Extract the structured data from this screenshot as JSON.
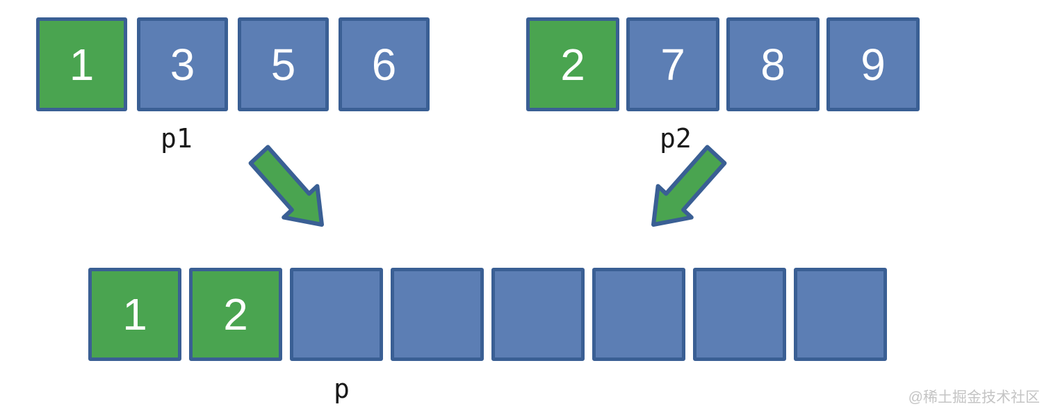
{
  "colors": {
    "background": "#ffffff",
    "green": "#4aa450",
    "blue": "#5c7eb4",
    "border": "#3a5f94",
    "cell_text": "#ffffff",
    "label": "#1a1a1a",
    "watermark": "#c4c4c4"
  },
  "arrays": {
    "p1": {
      "label": "p1",
      "cells": [
        {
          "value": "1",
          "highlight": true
        },
        {
          "value": "3",
          "highlight": false
        },
        {
          "value": "5",
          "highlight": false
        },
        {
          "value": "6",
          "highlight": false
        }
      ]
    },
    "p2": {
      "label": "p2",
      "cells": [
        {
          "value": "2",
          "highlight": true
        },
        {
          "value": "7",
          "highlight": false
        },
        {
          "value": "8",
          "highlight": false
        },
        {
          "value": "9",
          "highlight": false
        }
      ]
    },
    "p": {
      "label": "p",
      "cells": [
        {
          "value": "1",
          "highlight": true
        },
        {
          "value": "2",
          "highlight": true
        },
        {
          "value": "",
          "highlight": false
        },
        {
          "value": "",
          "highlight": false
        },
        {
          "value": "",
          "highlight": false
        },
        {
          "value": "",
          "highlight": false
        },
        {
          "value": "",
          "highlight": false
        },
        {
          "value": "",
          "highlight": false
        }
      ]
    }
  },
  "arrows": [
    {
      "name": "arrow-from-p1",
      "direction": "down-right"
    },
    {
      "name": "arrow-from-p2",
      "direction": "down-left"
    }
  ],
  "watermark": {
    "text": "@稀土掘金技术社区"
  }
}
